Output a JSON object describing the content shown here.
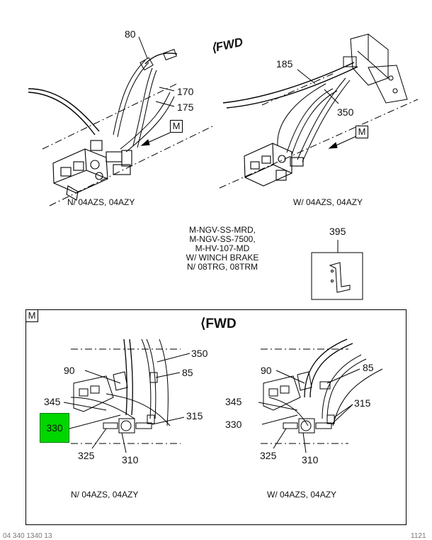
{
  "top_left": {
    "callouts": {
      "c80": "80",
      "c170": "170",
      "c175": "175"
    },
    "view_ref": "M",
    "caption": "N/ 04AZS, 04AZY"
  },
  "top_right": {
    "fwd_label": "FWD",
    "callouts": {
      "c185": "185",
      "c350": "350"
    },
    "view_ref": "M",
    "caption": "W/ 04AZS, 04AZY"
  },
  "note": {
    "lines": [
      "M-NGV-SS-MRD,",
      "M-NGV-SS-7500,",
      "M-HV-107-MD",
      "W/ WINCH BRAKE",
      "N/ 08TRG, 08TRM"
    ]
  },
  "bracket": {
    "callout": "395"
  },
  "detail": {
    "label": "M",
    "fwd_label": "FWD",
    "left": {
      "callouts": {
        "c90": "90",
        "c345": "345",
        "c330": "330",
        "c325": "325",
        "c310": "310",
        "c350": "350",
        "c85": "85",
        "c315": "315"
      },
      "caption": "N/ 04AZS, 04AZY"
    },
    "right": {
      "callouts": {
        "c90": "90",
        "c345": "345",
        "c330": "330",
        "c325": "325",
        "c310": "310",
        "c85": "85",
        "c315": "315"
      },
      "caption": "W/ 04AZS, 04AZY"
    }
  },
  "highlight_color": "#00d600",
  "footer": {
    "left": "04 340 1340 13",
    "right": "1121"
  }
}
